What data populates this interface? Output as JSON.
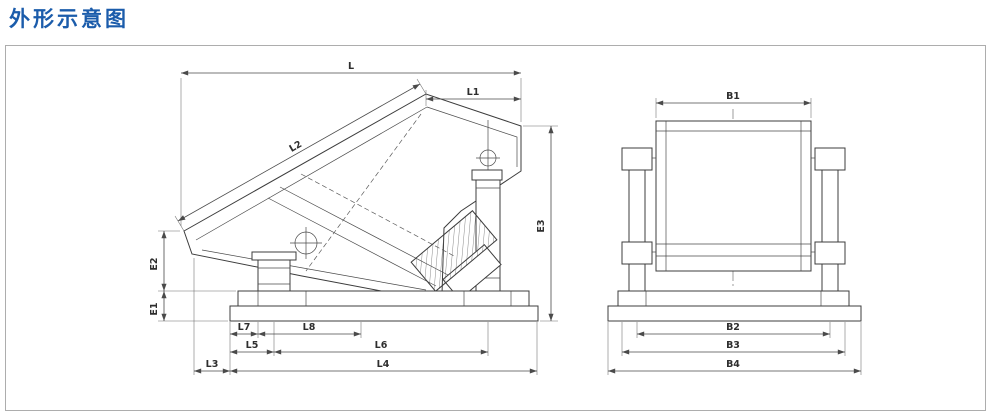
{
  "page": {
    "title": "外形示意图"
  },
  "drawing": {
    "colors": {
      "title": "#1b5cab",
      "line": "#3c3c3c",
      "dimension": "#4a4a4a",
      "frame_border": "#adadad",
      "background": "#ffffff"
    },
    "side_view": {
      "name": "feeder-side-view",
      "dims": {
        "L": "L",
        "L1": "L1",
        "L2": "L2",
        "L3": "L3",
        "L4": "L4",
        "L5": "L5",
        "L6": "L6",
        "L7": "L7",
        "L8": "L8",
        "E1": "E1",
        "E2": "E2",
        "E3": "E3"
      }
    },
    "end_view": {
      "name": "feeder-end-view",
      "dims": {
        "B1": "B1",
        "B2": "B2",
        "B3": "B3",
        "B4": "B4"
      }
    }
  }
}
